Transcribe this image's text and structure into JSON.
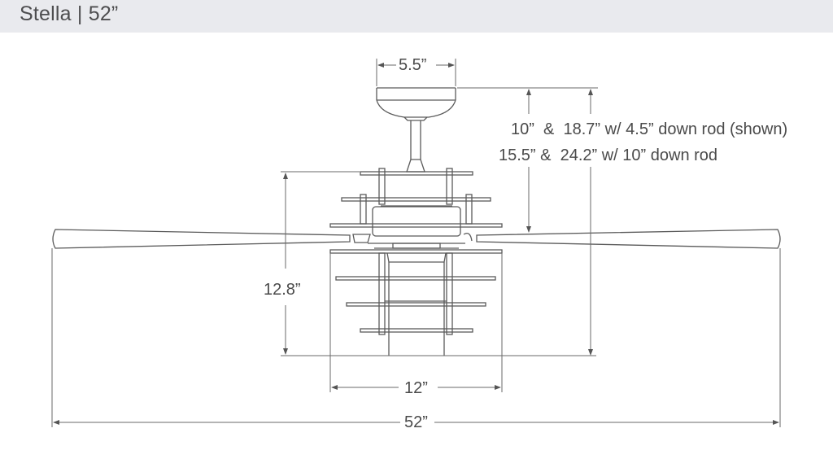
{
  "header": {
    "title": "Stella | 52”"
  },
  "diagram": {
    "product_name": "Stella",
    "fan_size": "52”",
    "dimensions": {
      "canopy_width": "5.5”",
      "height_line_1": "10”  &  18.7” w/ 4.5” down rod (shown)",
      "height_line_2": "15.5” &  24.2” w/ 10” down rod",
      "light_kit_height": "12.8”",
      "light_kit_width": "12”",
      "blade_span": "52”"
    },
    "line_color": "#5a5a5a",
    "header_bg": "#e9eaee"
  }
}
